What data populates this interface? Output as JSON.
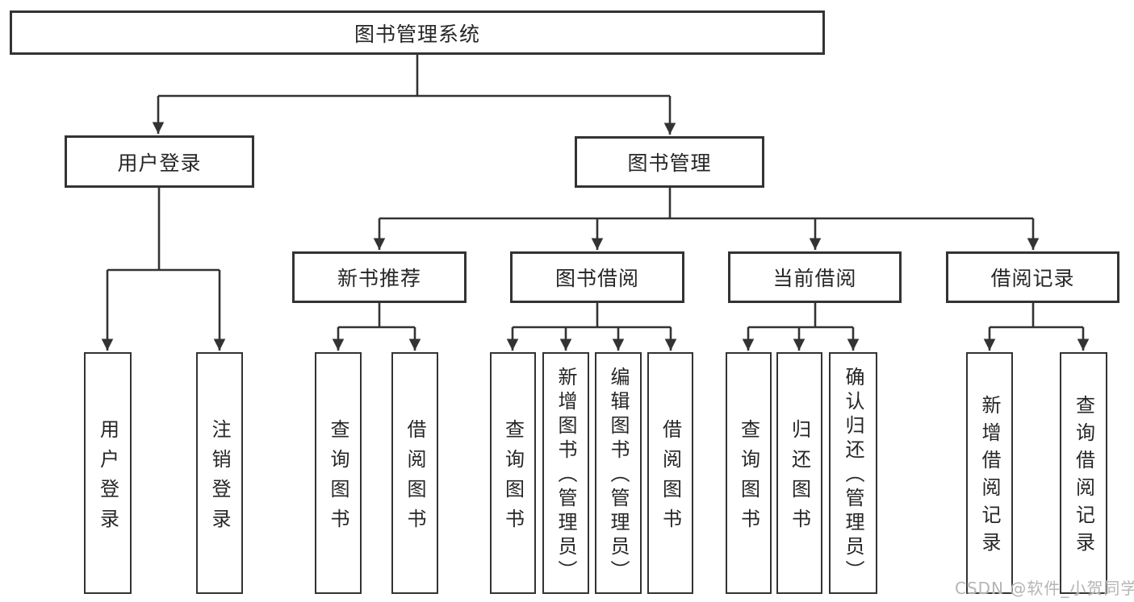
{
  "title": "图书管理系统",
  "watermark": "CSDN @软件_小贺同学",
  "colors": {
    "line": "#333333",
    "box_background": "#ffffff",
    "text": "#262626",
    "watermark_text": "#b5b5b5"
  },
  "nodes": {
    "root": {
      "label": "图书管理系统"
    },
    "user_login": {
      "label": "用户登录"
    },
    "book_mgmt": {
      "label": "图书管理"
    },
    "new_book_rec": {
      "label": "新书推荐"
    },
    "book_borrow": {
      "label": "图书借阅"
    },
    "current_borrow": {
      "label": "当前借阅"
    },
    "borrow_records": {
      "label": "借阅记录"
    },
    "op_user_login": {
      "label": "用户登录"
    },
    "op_logout": {
      "label": "注销登录"
    },
    "rec_query_books": {
      "label": "查询图书"
    },
    "rec_borrow_books": {
      "label": "借阅图书"
    },
    "bb_query_books": {
      "label": "查询图书"
    },
    "bb_add_books": {
      "label": "新增图书（管理员）"
    },
    "bb_edit_books": {
      "label": "编辑图书（管理员）"
    },
    "bb_borrow_books": {
      "label": "借阅图书"
    },
    "cb_query_books": {
      "label": "查询图书"
    },
    "cb_return_books": {
      "label": "归还图书"
    },
    "cb_confirm_return": {
      "label": "确认归还（管理员）"
    },
    "br_add_record": {
      "label": "新增借阅记录"
    },
    "br_query_record": {
      "label": "查询借阅记录"
    }
  },
  "hierarchy": {
    "root": "图书管理系统",
    "children": [
      {
        "label": "用户登录",
        "children": [
          "用户登录",
          "注销登录"
        ]
      },
      {
        "label": "图书管理",
        "children": [
          {
            "label": "新书推荐",
            "children": [
              "查询图书",
              "借阅图书"
            ]
          },
          {
            "label": "图书借阅",
            "children": [
              "查询图书",
              "新增图书（管理员）",
              "编辑图书（管理员）",
              "借阅图书"
            ]
          },
          {
            "label": "当前借阅",
            "children": [
              "查询图书",
              "归还图书",
              "确认归还（管理员）"
            ]
          },
          {
            "label": "借阅记录",
            "children": [
              "新增借阅记录",
              "查询借阅记录"
            ]
          }
        ]
      }
    ]
  }
}
